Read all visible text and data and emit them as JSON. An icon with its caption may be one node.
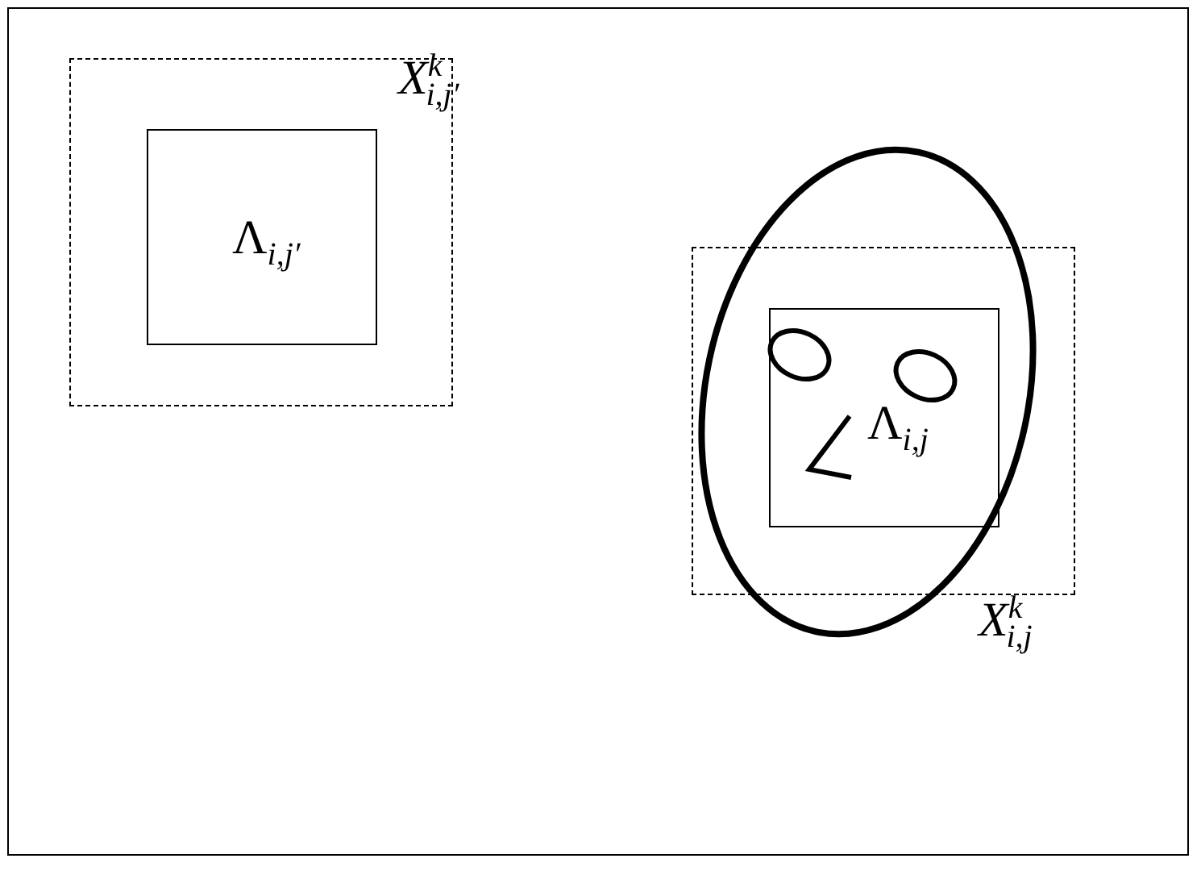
{
  "diagram": {
    "nodes": [
      {
        "text": [
          "*X*$^{k}$$_{i,j′}$"
        ]
      },
      {
        "text": [
          "Λ$_{i,j′}$"
        ],
        "in": 0
      },
      {
        "text": [
          "*X*$^{k}$$_{i,j}$"
        ]
      },
      {
        "text": [
          "Λ$_{i,j}$"
        ],
        "in": 2
      }
    ]
  }
}
